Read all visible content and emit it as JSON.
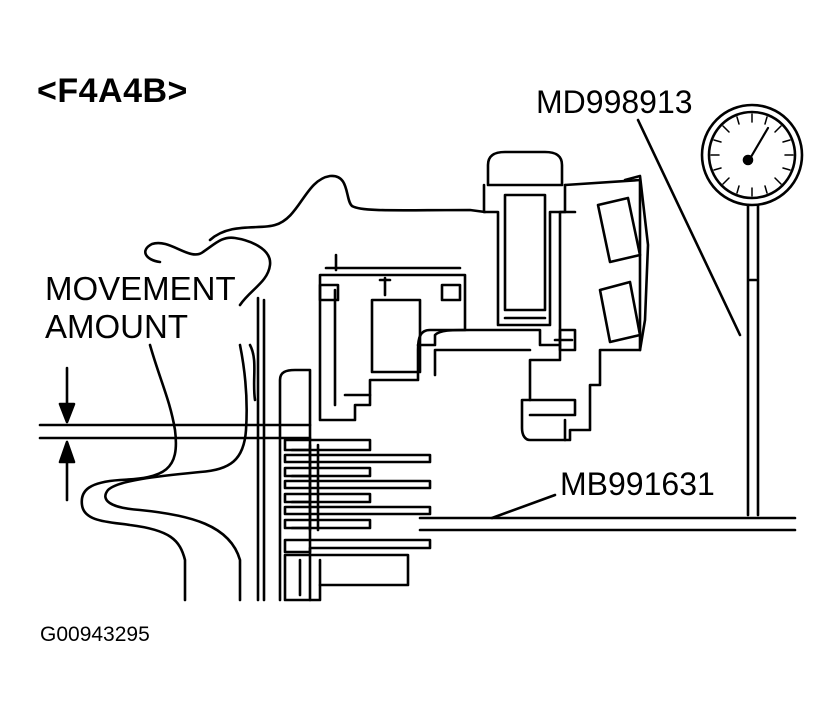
{
  "diagram": {
    "variant_label": "<F4A4B>",
    "dial_gauge_label": "MD998913",
    "movement_label_line1": "MOVEMENT",
    "movement_label_line2": "AMOUNT",
    "tool_label": "MB991631",
    "figure_id": "G00943295"
  }
}
